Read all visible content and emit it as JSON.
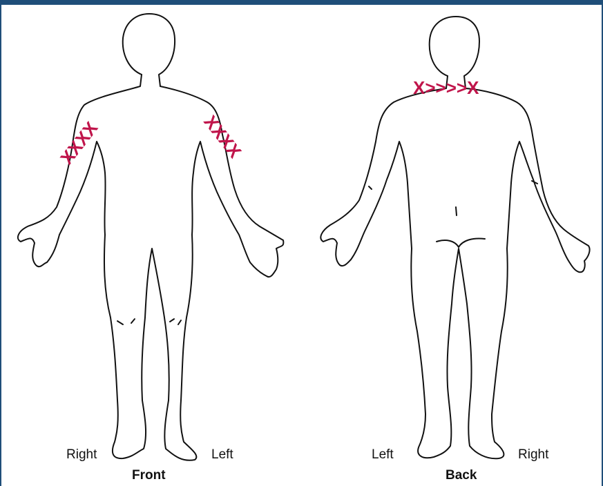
{
  "colors": {
    "frame": "#1f4e79",
    "outline": "#111111",
    "marks": "#c0154b"
  },
  "front": {
    "title": "Front",
    "side_left_label": "Right",
    "side_right_label": "Left",
    "right_arm_marks": "XXXX",
    "left_arm_marks": "XXXX"
  },
  "back": {
    "title": "Back",
    "side_left_label": "Left",
    "side_right_label": "Right",
    "shoulder_marks": "X>>>>X"
  }
}
